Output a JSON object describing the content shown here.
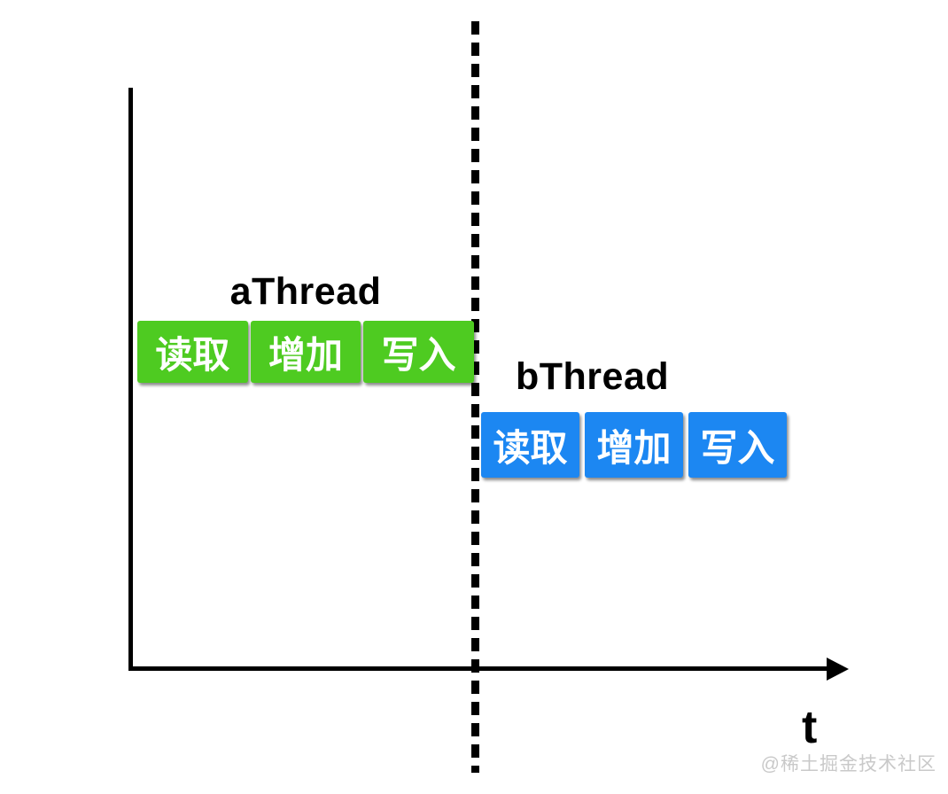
{
  "diagram": {
    "threads": [
      {
        "name": "a-thread",
        "label": "aThread",
        "steps": [
          "读取",
          "增加",
          "写入"
        ],
        "color": "#4ECB21"
      },
      {
        "name": "b-thread",
        "label": "bThread",
        "steps": [
          "读取",
          "增加",
          "写入"
        ],
        "color": "#1C87F2"
      }
    ],
    "axis": {
      "x_label": "t"
    },
    "watermark": "@稀土掘金技术社区",
    "colors": {
      "axis_line": "#000000",
      "divider_line": "#000000",
      "step_text": "#ffffff",
      "label_text": "#000000",
      "watermark_text": "#c9c9c9"
    }
  }
}
